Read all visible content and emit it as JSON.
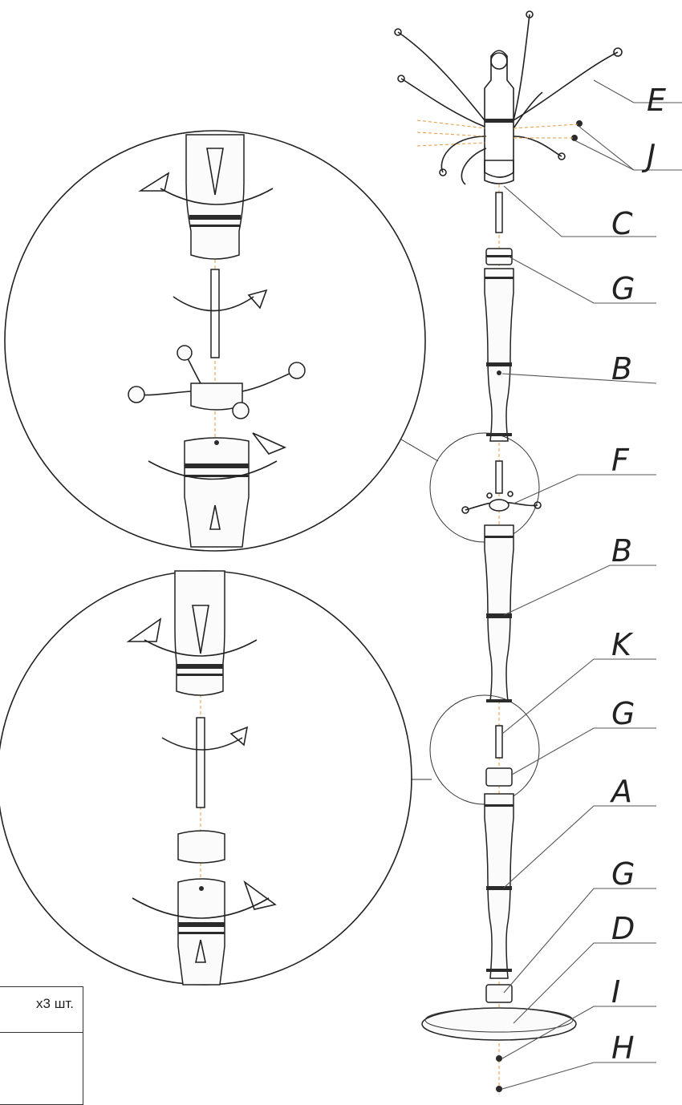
{
  "labels": {
    "E": "E",
    "J": "J",
    "C": "C",
    "G_top": "G",
    "B_top": "B",
    "F": "F",
    "B_mid": "B",
    "K": "K",
    "G_mid": "G",
    "A": "A",
    "G_bottom": "G",
    "D": "D",
    "I": "I",
    "H": "H"
  },
  "quantity_note": "x3 шт.",
  "colors": {
    "line": "#222222",
    "axis": "#e59a3a",
    "background": "#ffffff"
  },
  "icons": {
    "rotate": "rotate-arrow-icon",
    "insert": "insert-arrow-icon"
  }
}
